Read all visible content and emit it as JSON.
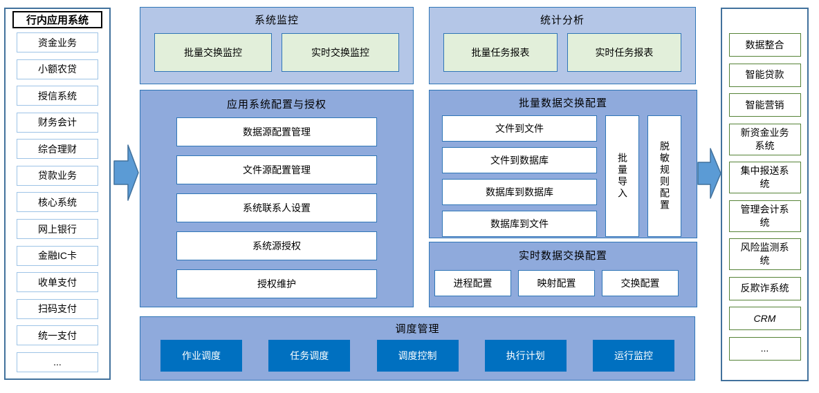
{
  "left_sidebar": {
    "title": "行内应用系统",
    "items": [
      "资金业务",
      "小额农贷",
      "授信系统",
      "财务会计",
      "综合理财",
      "贷款业务",
      "核心系统",
      "网上银行",
      "金融IC卡",
      "收单支付",
      "扫码支付",
      "统一支付",
      "..."
    ]
  },
  "right_sidebar": {
    "items": [
      "数据整合",
      "智能贷款",
      "智能营销",
      "新资金业务系统",
      "集中报送系统",
      "管理会计系统",
      "风险监测系统",
      "反欺诈系统",
      "CRM",
      "..."
    ]
  },
  "panels": {
    "monitor": {
      "title": "系统监控",
      "boxes": [
        "批量交换监控",
        "实时交换监控"
      ]
    },
    "stats": {
      "title": "统计分析",
      "boxes": [
        "批量任务报表",
        "实时任务报表"
      ]
    },
    "app_config": {
      "title": "应用系统配置与授权",
      "boxes": [
        "数据源配置管理",
        "文件源配置管理",
        "系统联系人设置",
        "系统源授权",
        "授权维护"
      ]
    },
    "batch_exchange": {
      "title": "批量数据交换配置",
      "boxes": [
        "文件到文件",
        "文件到数据库",
        "数据库到数据库",
        "数据库到文件"
      ],
      "vertical_boxes": [
        "批量导入",
        "脱敏规则配置"
      ]
    },
    "realtime_exchange": {
      "title": "实时数据交换配置",
      "boxes": [
        "进程配置",
        "映射配置",
        "交换配置"
      ]
    },
    "schedule": {
      "title": "调度管理",
      "boxes": [
        "作业调度",
        "任务调度",
        "调度控制",
        "执行计划",
        "运行监控"
      ]
    }
  },
  "icons": {
    "left_arrow": "right-block-arrow",
    "right_arrow": "right-block-arrow"
  },
  "colors": {
    "panel_light": "#b4c6e7",
    "panel_medium": "#8faadc",
    "panel_border": "#2e75b6",
    "box_green": "#e2efda",
    "box_dark": "#0070c0",
    "sidebar_border": "#41719c",
    "left_item_border": "#9dc3e6",
    "right_item_border": "#548235",
    "arrow_fill": "#5b9bd5",
    "arrow_border": "#41719c"
  }
}
